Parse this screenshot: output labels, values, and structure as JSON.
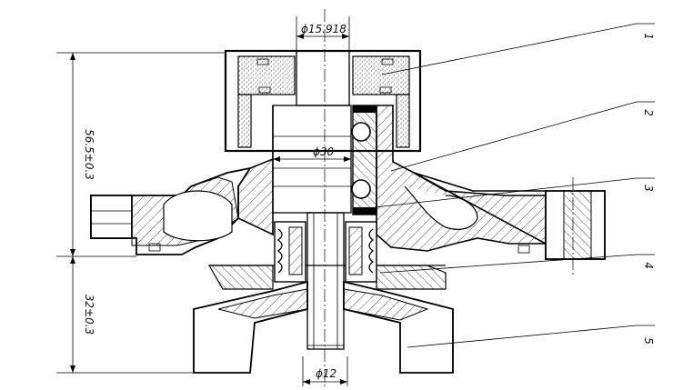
{
  "drawing": {
    "dimensions": {
      "top_diameter": "ϕ15.918",
      "mid_diameter": "ϕ30",
      "bottom_diameter": "ϕ12",
      "left_upper_height": "56.5±0.3",
      "left_lower_height": "32±0.3"
    },
    "callouts": [
      {
        "label": "1"
      },
      {
        "label": "2"
      },
      {
        "label": "3"
      },
      {
        "label": "4"
      },
      {
        "label": "5"
      }
    ]
  }
}
